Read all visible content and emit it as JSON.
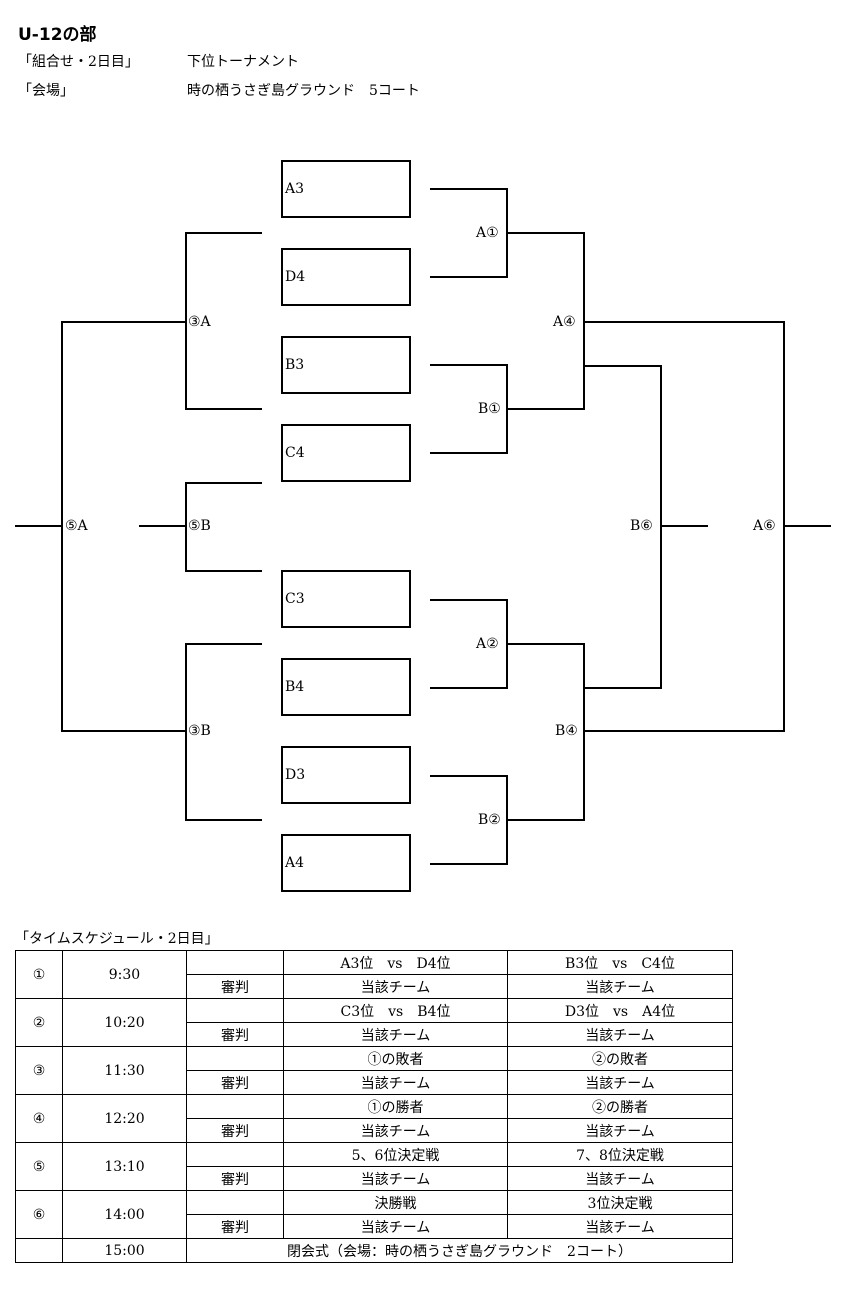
{
  "title": "U-12の部",
  "info": [
    {
      "label": "「組合せ・2日目」",
      "value": "下位トーナメント"
    },
    {
      "label": "「会場」",
      "value": "時の栖うさぎ島グラウンド　5コート"
    }
  ],
  "bracket": {
    "teams": [
      "A3",
      "D4",
      "B3",
      "C4",
      "C3",
      "B4",
      "D3",
      "A4"
    ],
    "match_labels": {
      "a1": "A①",
      "b1": "B①",
      "a2": "A②",
      "b2": "B②",
      "a4": "A④",
      "b4": "B④",
      "b6": "B⑥",
      "a6": "A⑥",
      "c3a": "③A",
      "c3b": "③B",
      "c5a": "⑤A",
      "c5b": "⑤B"
    }
  },
  "schedule": {
    "title": "「タイムスケジュール・2日目」",
    "referee_label": "審判",
    "rows": [
      {
        "no": "①",
        "time": "9:30",
        "game1": "A3位　vs　D4位",
        "game2": "B3位　vs　C4位",
        "ref1": "当該チーム",
        "ref2": "当該チーム"
      },
      {
        "no": "②",
        "time": "10:20",
        "game1": "C3位　vs　B4位",
        "game2": "D3位　vs　A4位",
        "ref1": "当該チーム",
        "ref2": "当該チーム"
      },
      {
        "no": "③",
        "time": "11:30",
        "game1": "①の敗者",
        "game2": "②の敗者",
        "ref1": "当該チーム",
        "ref2": "当該チーム"
      },
      {
        "no": "④",
        "time": "12:20",
        "game1": "①の勝者",
        "game2": "②の勝者",
        "ref1": "当該チーム",
        "ref2": "当該チーム"
      },
      {
        "no": "⑤",
        "time": "13:10",
        "game1": "5、6位決定戦",
        "game2": "7、8位決定戦",
        "ref1": "当該チーム",
        "ref2": "当該チーム"
      },
      {
        "no": "⑥",
        "time": "14:00",
        "game1": "決勝戦",
        "game2": "3位決定戦",
        "ref1": "当該チーム",
        "ref2": "当該チーム"
      }
    ],
    "closing": {
      "time": "15:00",
      "text": "閉会式（会場：時の栖うさぎ島グラウンド　2コート）"
    }
  }
}
